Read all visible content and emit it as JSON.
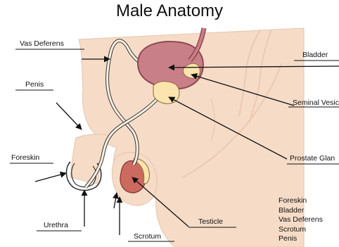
{
  "title": "Male Anatomy",
  "labels": {
    "vas_deferens": "Vas Deferens",
    "penis": "Penis",
    "foreskin": "Foreskin",
    "urethra": "Urethra",
    "scrotum": "Scrotum",
    "testicle": "Testicle",
    "bladder": "Bladder",
    "seminal_vesicle": "Seminal Vesic",
    "prostate_gland": "Prostate Glan"
  },
  "summary_list": [
    "Foreskin",
    "Bladder",
    "Vas Deferens",
    "Scrotum",
    "Penis"
  ],
  "colors": {
    "skin": "#f6dcc7",
    "skin_outline": "#e6c3ab",
    "bladder": "#c97f87",
    "bladder_outline": "#8f4850",
    "gland": "#fbe4ad",
    "testicle": "#cd6a5f",
    "line": "#111111"
  }
}
